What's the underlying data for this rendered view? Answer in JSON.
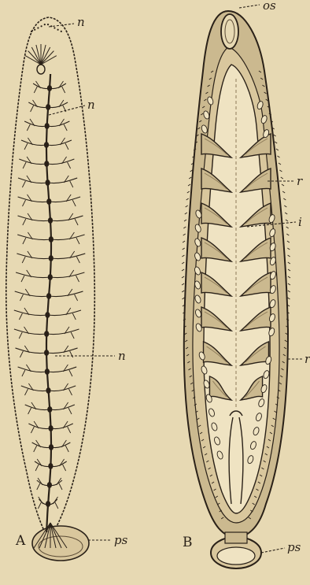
{
  "colors": {
    "paper": "#e7d9b3",
    "ink": "#2a2118",
    "wash": "#cbb98f",
    "hatch": "#8c7a58"
  },
  "panels": [
    {
      "letter": "A"
    },
    {
      "letter": "B"
    }
  ],
  "labels": {
    "a_n_top": "n",
    "a_n_upper": "n",
    "a_n_middle": "n",
    "a_ps": "ps",
    "b_os": "os",
    "b_r_upper": "r",
    "b_i": "i",
    "b_r_lower": "r",
    "b_ps": "ps"
  }
}
